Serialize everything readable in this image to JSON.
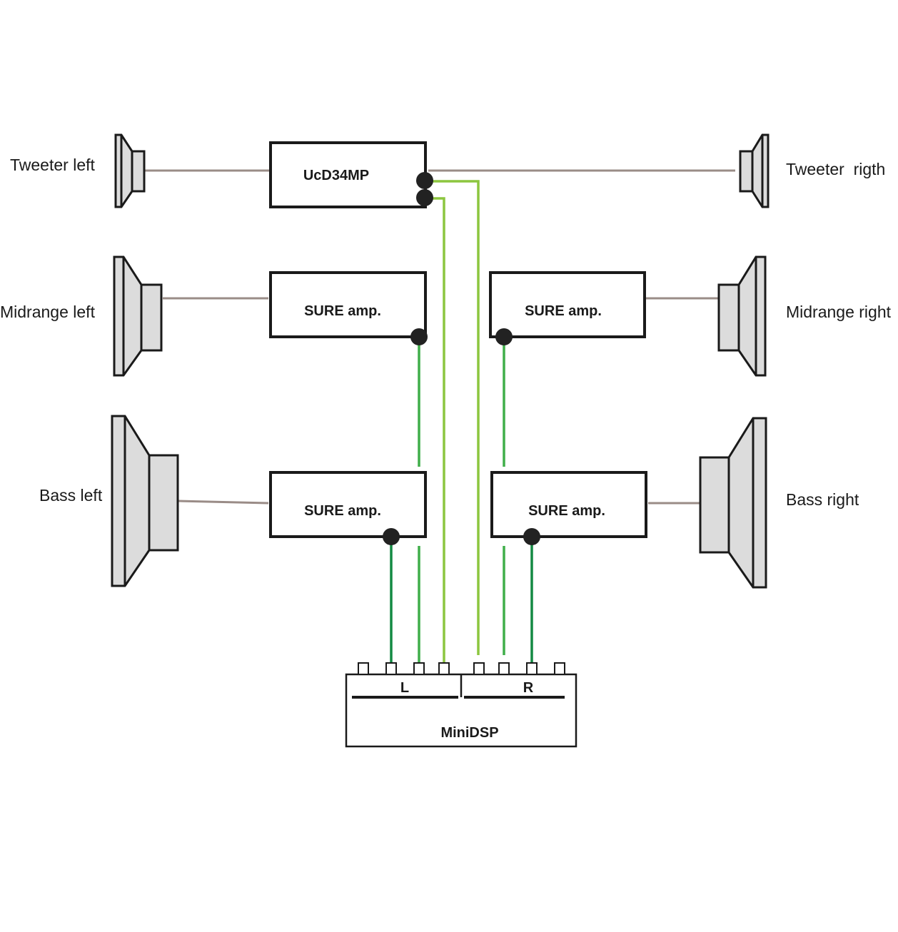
{
  "speakers": {
    "tweeter_left": "Tweeter left",
    "tweeter_right": "Tweeter  rigth",
    "midrange_left": "Midrange left",
    "midrange_right": "Midrange right",
    "bass_left": "Bass left",
    "bass_right": "Bass right"
  },
  "amplifiers": {
    "tweeter_amp": "UcD34MP",
    "mid_left_amp": "SURE amp.",
    "mid_right_amp": "SURE amp.",
    "bass_left_amp": "SURE amp.",
    "bass_right_amp": "SURE amp."
  },
  "dsp": {
    "name": "MiniDSP",
    "left_channel": "L",
    "right_channel": "R"
  },
  "colors": {
    "speaker_wire": "#9a8c87",
    "tweeter_signal": "#8cc63f",
    "mid_signal": "#3fae49",
    "bass_signal": "#138a43",
    "speaker_fill": "#dcdcdc"
  }
}
